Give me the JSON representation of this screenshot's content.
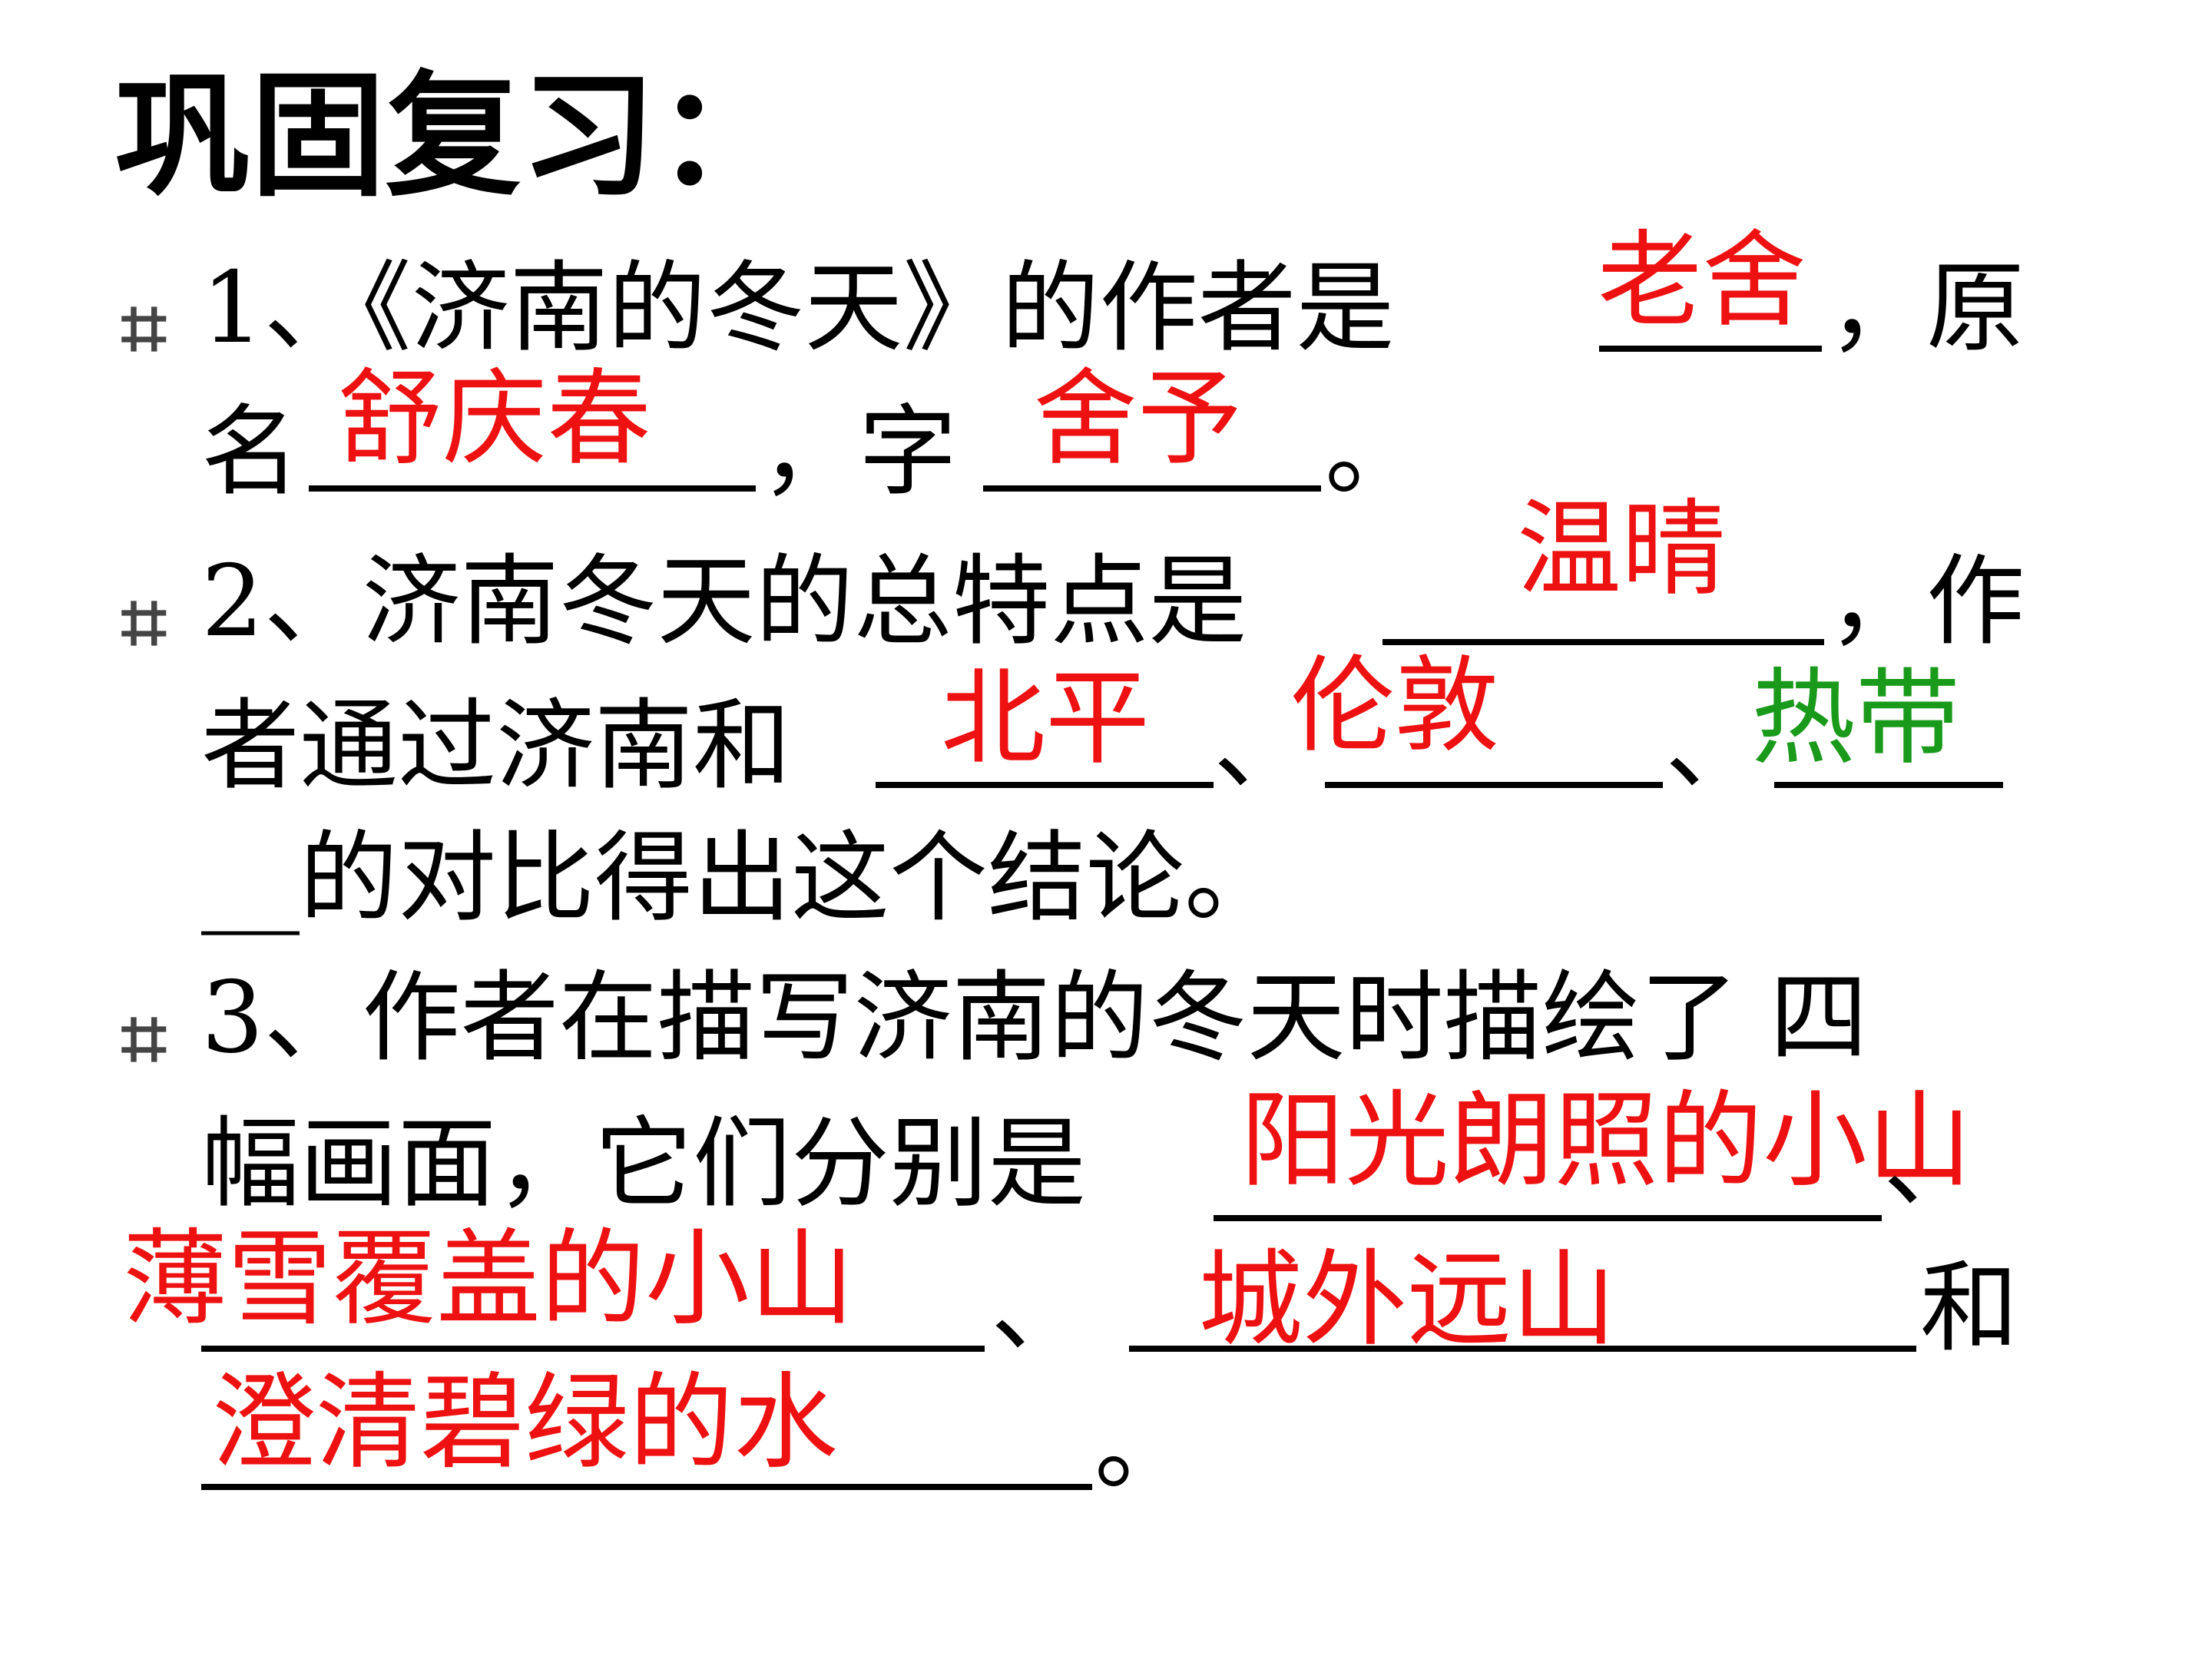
{
  "title": "巩固复习：",
  "colors": {
    "text": "#000000",
    "answer_red": "#ee1111",
    "answer_green": "#1a9a1a",
    "bullet": "#444444"
  },
  "bullet_icon": "square-bullet-icon",
  "q1": {
    "line1_pre": "1、《济南的冬天》的作者是",
    "line1_post": "，原",
    "line2_pre": "名",
    "line2_mid": "，字",
    "line2_end": "。",
    "answers": {
      "author": "老舍",
      "original_name": "舒庆春",
      "courtesy_name": "舍予"
    }
  },
  "q2": {
    "line1_pre": "2、济南冬天的总特点是",
    "line1_post": "，作",
    "line2_pre": "者通过济南和",
    "sep1": "、",
    "sep2": "、",
    "line3": "__的对比得出这个结论。",
    "answers": {
      "feature": "温晴",
      "city1": "北平",
      "city2": "伦敦",
      "region": "热带"
    }
  },
  "q3": {
    "line1": "3、作者在描写济南的冬天时描绘了 四",
    "line2_pre": "幅画面，它们分别是",
    "line2_post": "、",
    "line3_sep": "、",
    "line3_post": "和",
    "line4_end": "。",
    "answers": {
      "scene1": "阳光朗照的小山",
      "scene2": "薄雪覆盖的小山",
      "scene3": "城外远山",
      "scene4": "澄清碧绿的水"
    }
  }
}
